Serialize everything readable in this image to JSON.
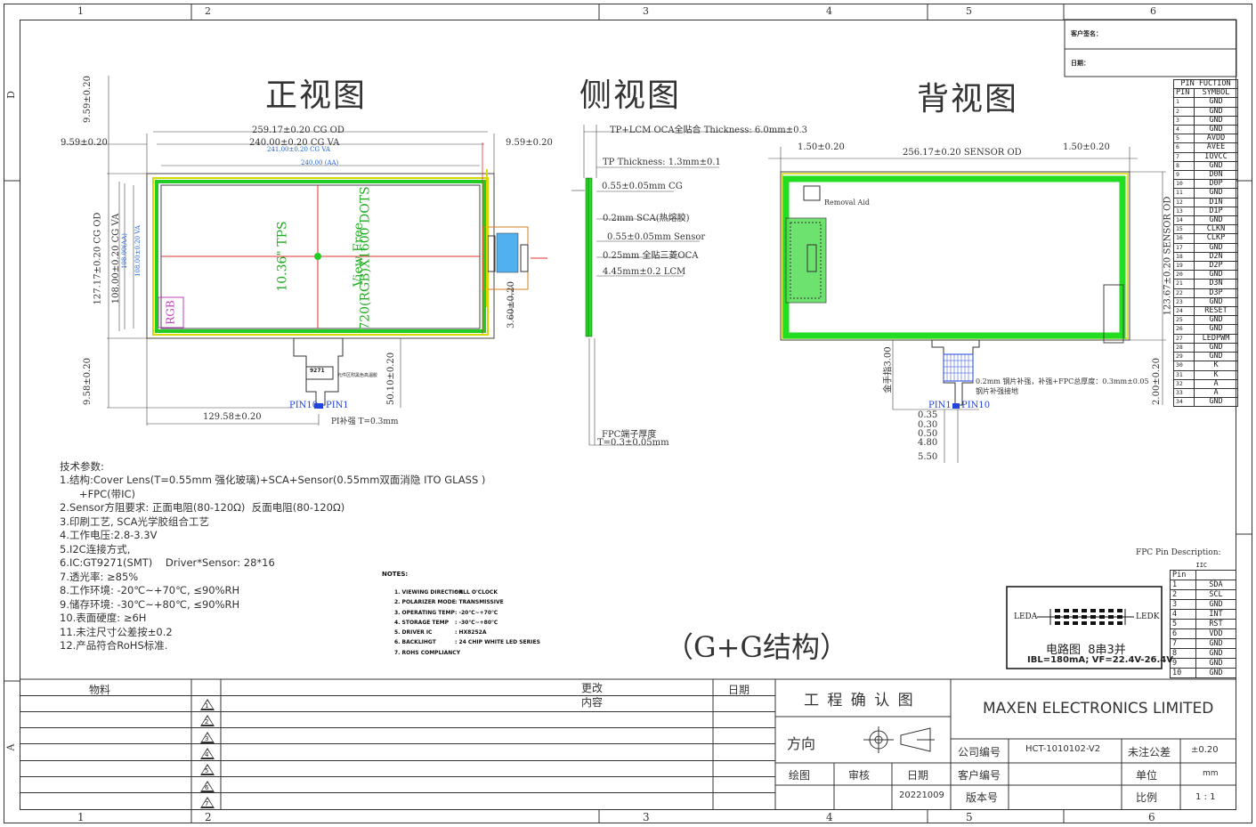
{
  "border": {
    "top_numbers": [
      "1",
      "2",
      "3",
      "4",
      "5",
      "6"
    ],
    "bottom_numbers": [
      "1",
      "2",
      "3",
      "4",
      "5",
      "6"
    ],
    "left_letters": [
      "D",
      "A"
    ]
  },
  "signature": {
    "customer_sign": "客户签名：",
    "date": "日期："
  },
  "views": {
    "front": "正视图",
    "side": "侧视图",
    "back": "背视图"
  },
  "front_view": {
    "cg_od": "259.17±0.20 CG OD",
    "cg_va": "240.00±0.20 CG VA",
    "va_small": "241.00±0.20 CG VA",
    "aa": "240.00 (AA)",
    "left_w": "9.59±0.20",
    "right_w": "9.59±0.20",
    "top_h": "9.59±0.20",
    "bottom_h": "9.58±0.20",
    "h_od": "127.17±0.20 CG OD",
    "h_va": "108.00±0.20 CG VA",
    "h_mini1": "108.00(AA) ",
    "h_mini2": "108.00±0.20 VA",
    "size_label": "10.36\" TPS",
    "res_label": "720(RGB)X1600 DOTS",
    "view_label": "View Free",
    "rgb": "RGB",
    "fpc_w": "129.58±0.20",
    "fpc_len": "50.10±0.20",
    "fpc_small": "3.60±0.20",
    "chip": "9271",
    "chip_note": "元件区附黑色高温胶",
    "pin10": "PIN10",
    "pin1": "PIN1",
    "pi": "PI补强 T=0.3mm"
  },
  "side_view": {
    "total": "TP+LCM OCA全贴合 Thickness: 6.0mm±0.3",
    "tp": "TP Thickness: 1.3mm±0.1",
    "cg": "0.55±0.05mm CG",
    "sca": "0.2mm SCA(热熔胶)",
    "sensor": "0.55±0.05mm Sensor",
    "oca": "0.25mm 全贴三菱OCA",
    "lcm": "4.45mm±0.2 LCM",
    "fpc_thk_title": "FPC端子厚度",
    "fpc_thk": "T=0.3±0.05mm"
  },
  "back_view": {
    "left_m": "1.50±0.20",
    "right_m": "1.50±0.20",
    "sensor_od": "256.17±0.20 SENSOR OD",
    "sensor_h": "123.67±0.20 SENSOR OD",
    "bottom_h": "2.00±0.20",
    "removal": "Removal Aid",
    "finger": "金手指3.00",
    "steel": "0.2mm 钢片补强，补强+FPC总厚度：0.3mm±0.05",
    "steel2": "钢片补强接地",
    "pin1": "PIN1",
    "pin10": "PIN10",
    "d1": "0.35",
    "d2": "0.30",
    "d3": "0.50",
    "d4": "4.80",
    "d5": "5.50"
  },
  "pin_table": {
    "title": "PIN FUCTION",
    "col1": "PIN",
    "col2": "SYMBOL",
    "rows": [
      [
        "1",
        "GND"
      ],
      [
        "2",
        "GND"
      ],
      [
        "3",
        "GND"
      ],
      [
        "4",
        "GND"
      ],
      [
        "5",
        "AVDD"
      ],
      [
        "6",
        "AVEE"
      ],
      [
        "7",
        "IOVCC"
      ],
      [
        "8",
        "GND"
      ],
      [
        "9",
        "D0N"
      ],
      [
        "10",
        "D0P"
      ],
      [
        "11",
        "GND"
      ],
      [
        "12",
        "D1N"
      ],
      [
        "13",
        "D1P"
      ],
      [
        "14",
        "GND"
      ],
      [
        "15",
        "CLKN"
      ],
      [
        "16",
        "CLKP"
      ],
      [
        "17",
        "GND"
      ],
      [
        "18",
        "D2N"
      ],
      [
        "19",
        "D2P"
      ],
      [
        "20",
        "GND"
      ],
      [
        "21",
        "D3N"
      ],
      [
        "22",
        "D3P"
      ],
      [
        "23",
        "GND"
      ],
      [
        "24",
        "RESET"
      ],
      [
        "25",
        "GND"
      ],
      [
        "26",
        "GND"
      ],
      [
        "27",
        "LEDPWM"
      ],
      [
        "28",
        "GND"
      ],
      [
        "29",
        "GND"
      ],
      [
        "30",
        "K"
      ],
      [
        "31",
        "K"
      ],
      [
        "32",
        "A"
      ],
      [
        "33",
        "A"
      ],
      [
        "34",
        "GND"
      ]
    ]
  },
  "fpc_table": {
    "title": "FPC Pin Description:",
    "col_top": "IIC",
    "col1": "Pin",
    "rows": [
      [
        "1",
        "SDA"
      ],
      [
        "2",
        "SCL"
      ],
      [
        "3",
        "GND"
      ],
      [
        "4",
        "INT"
      ],
      [
        "5",
        "RST"
      ],
      [
        "6",
        "VDD"
      ],
      [
        "7",
        "GND"
      ],
      [
        "8",
        "GND"
      ],
      [
        "9",
        "GND"
      ],
      [
        "10",
        "GND"
      ]
    ]
  },
  "circuit": {
    "leda": "LEDA",
    "ledk": "LEDK",
    "caption": "电路图  8串3并",
    "spec": "IBL=180mA; VF=22.4V-26.4V"
  },
  "tech": {
    "title": "技术参数:",
    "lines": [
      "1.结构:Cover Lens(T=0.55mm 强化玻璃)+SCA+Sensor(0.55mm双面消隐 ITO GLASS )",
      "      +FPC(带IC)",
      "2.Sensor方阻要求: 正面电阻(80-120Ω)  反面电阻(80-120Ω)",
      "3.印刷工艺, SCA光学胶组合工艺",
      "4.工作电压:2.8-3.3V",
      "5.I2C连接方式,",
      "6.IC:GT9271(SMT)    Driver*Sensor: 28*16",
      "7.透光率: ≥85%",
      "8.工作环境: -20℃~+70℃, ≤90%RH",
      "9.储存环境: -30℃~+80℃, ≤90%RH",
      "10.表面硬度: ≥6H",
      "11.未注尺寸公差按±0.2",
      "12.产品符合RoHS标准."
    ]
  },
  "notes": {
    "title": "NOTES:",
    "lines": [
      [
        "1. VIEWING DIRECTION",
        ": ALL O'CLOCK"
      ],
      [
        "2. POLARIZER MODE",
        ": TRANSMISSIVE"
      ],
      [
        "3. OPERATING TEMP",
        ": -20℃~+70℃"
      ],
      [
        "4. STORAGE TEMP",
        ": -30℃~+80℃"
      ],
      [
        "5. DRIVER IC",
        ": HX8252A"
      ],
      [
        "6. BACKLIHGT",
        ": 24 CHIP WHITE LED SERIES"
      ],
      [
        "7. ROHS COMPLIANCY",
        ""
      ]
    ]
  },
  "structure_label": "（G+G结构）",
  "title_block": {
    "material": "物料",
    "change": "更改",
    "content": "内容",
    "date_col": "日期",
    "confirm": "工 程 确 认 图",
    "company": "MAXEN ELECTRONICS LIMITED",
    "direction": "方向",
    "company_no_label": "公司编号",
    "company_no": "HCT-1010102-V2",
    "tolerance_label": "未注公差",
    "tolerance": "±0.20",
    "draw": "绘图",
    "review": "审核",
    "date_label": "日期",
    "customer_no": "客户编号",
    "unit_label": "单位",
    "unit": "mm",
    "date": "20221009",
    "version": "版本号",
    "scale_label": "比例",
    "scale": "1 : 1",
    "rev_marks": [
      "1",
      "2",
      "3",
      "4",
      "5",
      "6",
      "7"
    ]
  }
}
